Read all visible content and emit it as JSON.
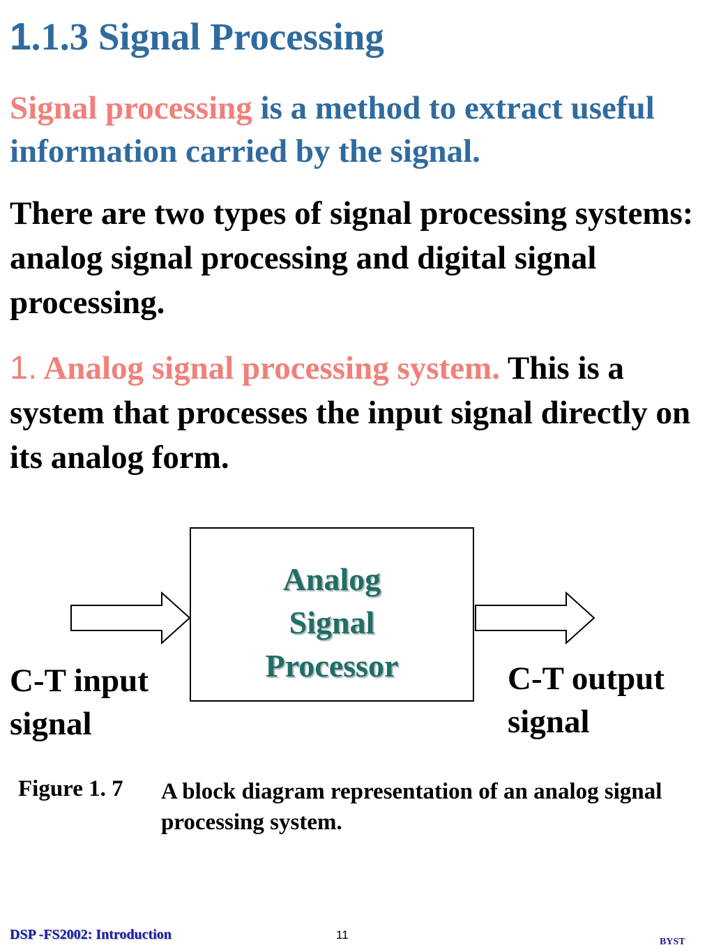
{
  "colors": {
    "heading_blue": "#2f6b9e",
    "accent_pink": "#f0807a",
    "box_label_teal": "#1f6e68",
    "footer_blue": "#1a1aa6"
  },
  "slide": {
    "title_number": "1",
    "title_rest": ".1.3 Signal Processing",
    "definition_term": "Signal processing",
    "definition_rest": " is a method to extract useful information carried by the signal.",
    "types_text": "There are two types of signal processing systems: analog signal processing and digital signal processing.",
    "item_number": "1.",
    "item_term": " Analog signal processing system.",
    "item_rest": " This is a system that processes the input signal directly on its analog form."
  },
  "diagram": {
    "box_label_lines": [
      "Analog",
      "Signal",
      "Processor"
    ],
    "input_label_line1": "C-T input",
    "input_label_line2": "signal",
    "output_label_line1": "C-T output",
    "output_label_line2": "signal"
  },
  "figure": {
    "number": "Figure 1. 7",
    "caption": "A block diagram representation of an analog signal processing system."
  },
  "footer": {
    "left": "DSP -FS2002: Introduction",
    "page_number": "11",
    "right": "BYST"
  }
}
